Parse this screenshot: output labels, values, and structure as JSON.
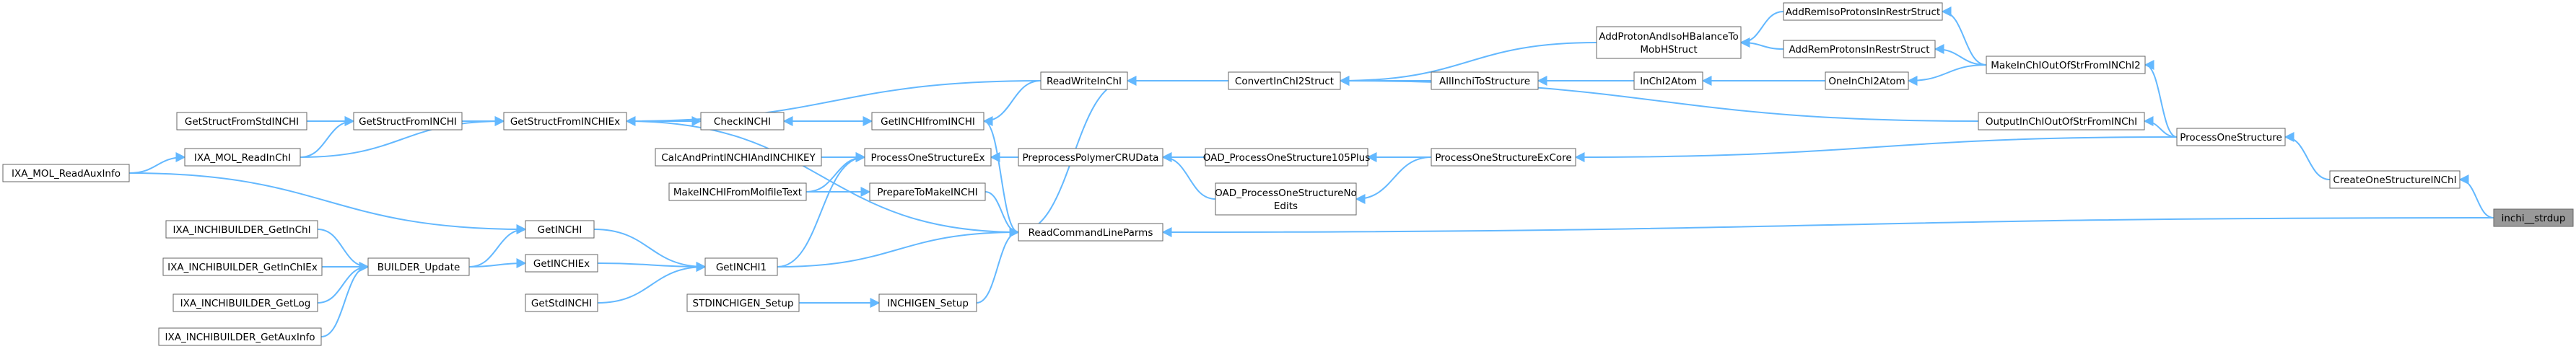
{
  "graph": {
    "edge_color": "#63b8ff",
    "node_border_color": "#666666",
    "target_fill_color": "#999999",
    "nodes": [
      {
        "id": "inchi_strdup",
        "label": "inchi__strdup",
        "target": true
      },
      {
        "id": "CreateOneStructureINChI",
        "label": "CreateOneStructureINChI"
      },
      {
        "id": "ProcessOneStructure",
        "label": "ProcessOneStructure"
      },
      {
        "id": "MakeInChIOutOfStrFromINChI2",
        "label": "MakeInChIOutOfStrFromINChI2"
      },
      {
        "id": "OutputInChIOutOfStrFromINChI",
        "label": "OutputInChIOutOfStrFromINChI"
      },
      {
        "id": "AddRemIsoProtonsInRestrStruct",
        "label": "AddRemIsoProtonsInRestrStruct"
      },
      {
        "id": "AddRemProtonsInRestrStruct",
        "label": "AddRemProtonsInRestrStruct"
      },
      {
        "id": "OneInChI2Atom",
        "label": "OneInChI2Atom"
      },
      {
        "id": "AddProtonAndIsoHBalanceToMobHStruct",
        "label": "AddProtonAndIsoHBalanceTo\nMobHStruct"
      },
      {
        "id": "InChI2Atom",
        "label": "InChI2Atom"
      },
      {
        "id": "AllInchiToStructure",
        "label": "AllInchiToStructure"
      },
      {
        "id": "ConvertInChI2Struct",
        "label": "ConvertInChI2Struct"
      },
      {
        "id": "ReadWriteInChI",
        "label": "ReadWriteInChI"
      },
      {
        "id": "ProcessOneStructureExCore",
        "label": "ProcessOneStructureExCore"
      },
      {
        "id": "OAD_ProcessOneStructure105Plus",
        "label": "OAD_ProcessOneStructure105Plus"
      },
      {
        "id": "OAD_ProcessOneStructureNoEdits",
        "label": "OAD_ProcessOneStructureNo\nEdits"
      },
      {
        "id": "PreprocessPolymerCRUData",
        "label": "PreprocessPolymerCRUData"
      },
      {
        "id": "ProcessOneStructureEx",
        "label": "ProcessOneStructureEx"
      },
      {
        "id": "ReadCommandLineParms",
        "label": "ReadCommandLineParms"
      },
      {
        "id": "GetINCHIfromINCHI",
        "label": "GetINCHIfromINCHI"
      },
      {
        "id": "CheckINCHI",
        "label": "CheckINCHI"
      },
      {
        "id": "GetStructFromINCHIEx",
        "label": "GetStructFromINCHIEx"
      },
      {
        "id": "GetStructFromINCHI",
        "label": "GetStructFromINCHI"
      },
      {
        "id": "GetStructFromStdINCHI",
        "label": "GetStructFromStdINCHI"
      },
      {
        "id": "IXA_MOL_ReadInChI",
        "label": "IXA_MOL_ReadInChI"
      },
      {
        "id": "IXA_MOL_ReadAuxInfo",
        "label": "IXA_MOL_ReadAuxInfo"
      },
      {
        "id": "CalcAndPrintINCHIAndINCHIKEY",
        "label": "CalcAndPrintINCHIAndINCHIKEY"
      },
      {
        "id": "MakeINCHIFromMolfileText",
        "label": "MakeINCHIFromMolfileText"
      },
      {
        "id": "PrepareToMakeINCHI",
        "label": "PrepareToMakeINCHI"
      },
      {
        "id": "GetINCHI1",
        "label": "GetINCHI1"
      },
      {
        "id": "GetINCHI",
        "label": "GetINCHI"
      },
      {
        "id": "GetINCHIEx",
        "label": "GetINCHIEx"
      },
      {
        "id": "GetStdINCHI",
        "label": "GetStdINCHI"
      },
      {
        "id": "BUILDER_Update",
        "label": "BUILDER_Update"
      },
      {
        "id": "IXA_INCHIBUILDER_GetInChI",
        "label": "IXA_INCHIBUILDER_GetInChI"
      },
      {
        "id": "IXA_INCHIBUILDER_GetInChIEx",
        "label": "IXA_INCHIBUILDER_GetInChIEx"
      },
      {
        "id": "IXA_INCHIBUILDER_GetLog",
        "label": "IXA_INCHIBUILDER_GetLog"
      },
      {
        "id": "IXA_INCHIBUILDER_GetAuxInfo",
        "label": "IXA_INCHIBUILDER_GetAuxInfo"
      },
      {
        "id": "INCHIGEN_Setup",
        "label": "INCHIGEN_Setup"
      },
      {
        "id": "STDINCHIGEN_Setup",
        "label": "STDINCHIGEN_Setup"
      }
    ],
    "edges": [
      [
        "CreateOneStructureINChI",
        "inchi_strdup"
      ],
      [
        "ReadCommandLineParms",
        "inchi_strdup"
      ],
      [
        "ProcessOneStructure",
        "CreateOneStructureINChI"
      ],
      [
        "MakeInChIOutOfStrFromINChI2",
        "ProcessOneStructure"
      ],
      [
        "OutputInChIOutOfStrFromINChI",
        "ProcessOneStructure"
      ],
      [
        "ProcessOneStructureExCore",
        "ProcessOneStructure"
      ],
      [
        "AddRemIsoProtonsInRestrStruct",
        "MakeInChIOutOfStrFromINChI2"
      ],
      [
        "AddRemProtonsInRestrStruct",
        "MakeInChIOutOfStrFromINChI2"
      ],
      [
        "OneInChI2Atom",
        "MakeInChIOutOfStrFromINChI2"
      ],
      [
        "AddProtonAndIsoHBalanceToMobHStruct",
        "AddRemIsoProtonsInRestrStruct"
      ],
      [
        "AddProtonAndIsoHBalanceToMobHStruct",
        "AddRemProtonsInRestrStruct"
      ],
      [
        "InChI2Atom",
        "OneInChI2Atom"
      ],
      [
        "AllInchiToStructure",
        "InChI2Atom"
      ],
      [
        "ConvertInChI2Struct",
        "AddProtonAndIsoHBalanceToMobHStruct"
      ],
      [
        "ConvertInChI2Struct",
        "AllInchiToStructure"
      ],
      [
        "ConvertInChI2Struct",
        "OutputInChIOutOfStrFromINChI"
      ],
      [
        "ReadWriteInChI",
        "ConvertInChI2Struct"
      ],
      [
        "OAD_ProcessOneStructure105Plus",
        "ProcessOneStructureExCore"
      ],
      [
        "OAD_ProcessOneStructureNoEdits",
        "ProcessOneStructureExCore"
      ],
      [
        "ProcessOneStructureEx",
        "ProcessOneStructureExCore"
      ],
      [
        "PreprocessPolymerCRUData",
        "OAD_ProcessOneStructure105Plus"
      ],
      [
        "PreprocessPolymerCRUData",
        "OAD_ProcessOneStructureNoEdits"
      ],
      [
        "ProcessOneStructureEx",
        "PreprocessPolymerCRUData"
      ],
      [
        "GetINCHIfromINCHI",
        "ReadWriteInChI"
      ],
      [
        "GetStructFromINCHIEx",
        "ReadWriteInChI"
      ],
      [
        "ReadCommandLineParms",
        "ReadWriteInChI"
      ],
      [
        "GetINCHIfromINCHI",
        "CheckINCHI"
      ],
      [
        "CheckINCHI",
        "GetINCHIfromINCHI"
      ],
      [
        "CheckINCHI",
        "GetStructFromINCHIEx"
      ],
      [
        "GetStructFromINCHIEx",
        "GetStructFromINCHI"
      ],
      [
        "GetStructFromINCHIEx",
        "IXA_MOL_ReadInChI"
      ],
      [
        "GetStructFromINCHI",
        "GetStructFromStdINCHI"
      ],
      [
        "GetStructFromINCHI",
        "IXA_MOL_ReadInChI"
      ],
      [
        "IXA_MOL_ReadInChI",
        "IXA_MOL_ReadAuxInfo"
      ],
      [
        "GetINCHI",
        "IXA_MOL_ReadAuxInfo"
      ],
      [
        "ReadCommandLineParms",
        "GetStructFromINCHIEx"
      ],
      [
        "ReadCommandLineParms",
        "GetINCHIfromINCHI"
      ],
      [
        "ReadCommandLineParms",
        "GetINCHI1"
      ],
      [
        "ReadCommandLineParms",
        "INCHIGEN_Setup"
      ],
      [
        "ProcessOneStructureEx",
        "CalcAndPrintINCHIAndINCHIKEY"
      ],
      [
        "ProcessOneStructureEx",
        "MakeINCHIFromMolfileText"
      ],
      [
        "ProcessOneStructureEx",
        "GetINCHI1"
      ],
      [
        "PrepareToMakeINCHI",
        "MakeINCHIFromMolfileText"
      ],
      [
        "ReadCommandLineParms",
        "PrepareToMakeINCHI"
      ],
      [
        "GetINCHI1",
        "GetINCHI"
      ],
      [
        "GetINCHI1",
        "GetINCHIEx"
      ],
      [
        "GetINCHI1",
        "GetStdINCHI"
      ],
      [
        "GetINCHI",
        "BUILDER_Update"
      ],
      [
        "GetINCHIEx",
        "BUILDER_Update"
      ],
      [
        "BUILDER_Update",
        "IXA_INCHIBUILDER_GetInChI"
      ],
      [
        "BUILDER_Update",
        "IXA_INCHIBUILDER_GetInChIEx"
      ],
      [
        "BUILDER_Update",
        "IXA_INCHIBUILDER_GetLog"
      ],
      [
        "BUILDER_Update",
        "IXA_INCHIBUILDER_GetAuxInfo"
      ],
      [
        "INCHIGEN_Setup",
        "STDINCHIGEN_Setup"
      ]
    ]
  }
}
